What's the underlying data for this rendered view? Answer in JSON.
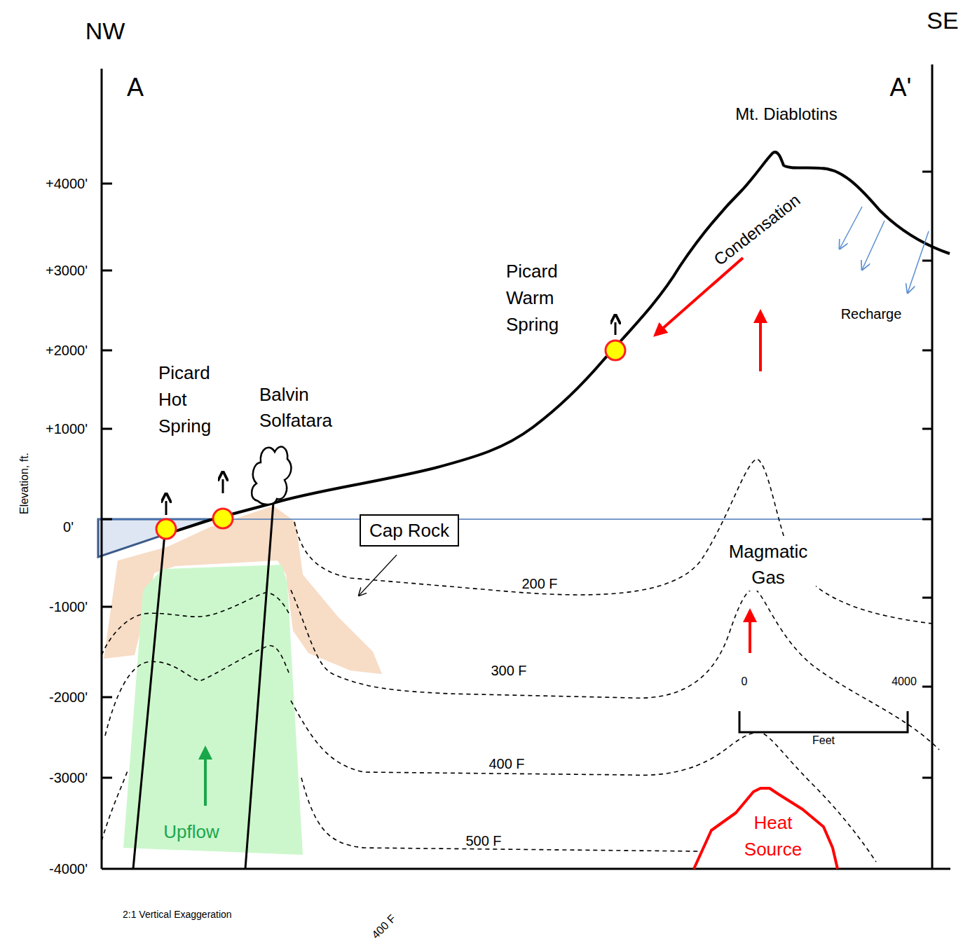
{
  "diagram": {
    "nodes": [
      {
        "text": [
          "Cap Rock"
        ]
      },
      {
        "text": [
          "Heat Source"
        ]
      }
    ],
    "labels": [
      "NW",
      "SE",
      "A",
      "A'",
      "Mt. Diablotins",
      "Condensation",
      "Recharge",
      "Picard Warm Spring",
      "Picard Hot Spring",
      "Balvin Solfatara",
      "200 F",
      "300 F",
      "400 F",
      "500 F",
      "Magmatic Gas",
      "0",
      "4000",
      "Feet",
      "Upflow",
      "Elevation, ft.",
      "+4000'",
      "+3000'",
      "+2000'",
      "+1000'",
      "0'",
      "-1000'",
      "-2000'",
      "-3000'",
      "-4000'",
      "2:1 Vertical Exaggeration",
      "400 F"
    ]
  }
}
